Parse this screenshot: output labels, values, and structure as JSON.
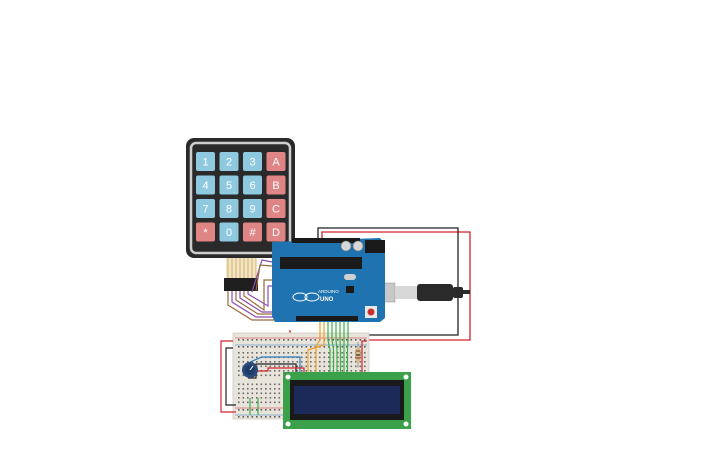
{
  "keypad": {
    "keys": [
      {
        "label": "1",
        "kind": "num"
      },
      {
        "label": "2",
        "kind": "num"
      },
      {
        "label": "3",
        "kind": "num"
      },
      {
        "label": "A",
        "kind": "letter"
      },
      {
        "label": "4",
        "kind": "num"
      },
      {
        "label": "5",
        "kind": "num"
      },
      {
        "label": "6",
        "kind": "num"
      },
      {
        "label": "B",
        "kind": "letter"
      },
      {
        "label": "7",
        "kind": "num"
      },
      {
        "label": "8",
        "kind": "num"
      },
      {
        "label": "9",
        "kind": "num"
      },
      {
        "label": "C",
        "kind": "letter"
      },
      {
        "label": "*",
        "kind": "letter"
      },
      {
        "label": "0",
        "kind": "num"
      },
      {
        "label": "#",
        "kind": "letter"
      },
      {
        "label": "D",
        "kind": "letter"
      }
    ]
  },
  "arduino": {
    "logo_text": "ARDUINO",
    "model_text": "UNO"
  },
  "colors": {
    "keypad_body": "#2a2a2a",
    "key_num": "#8fc9e0",
    "key_letter": "#e08585",
    "arduino_board": "#1f73b0",
    "breadboard": "#e8e4dc",
    "lcd_pcb": "#3aa04a",
    "lcd_screen": "#1c2a5a",
    "wire_red": "#d0242c",
    "wire_black": "#222222",
    "wire_green": "#3bb04a",
    "wire_purple": "#8a4fb0",
    "wire_orange": "#f0a020",
    "wire_brown": "#9a6a3a",
    "wire_blue": "#2a7ac0"
  },
  "icons": [
    "potentiometer-icon",
    "usb-cable-icon",
    "reset-button-icon"
  ]
}
